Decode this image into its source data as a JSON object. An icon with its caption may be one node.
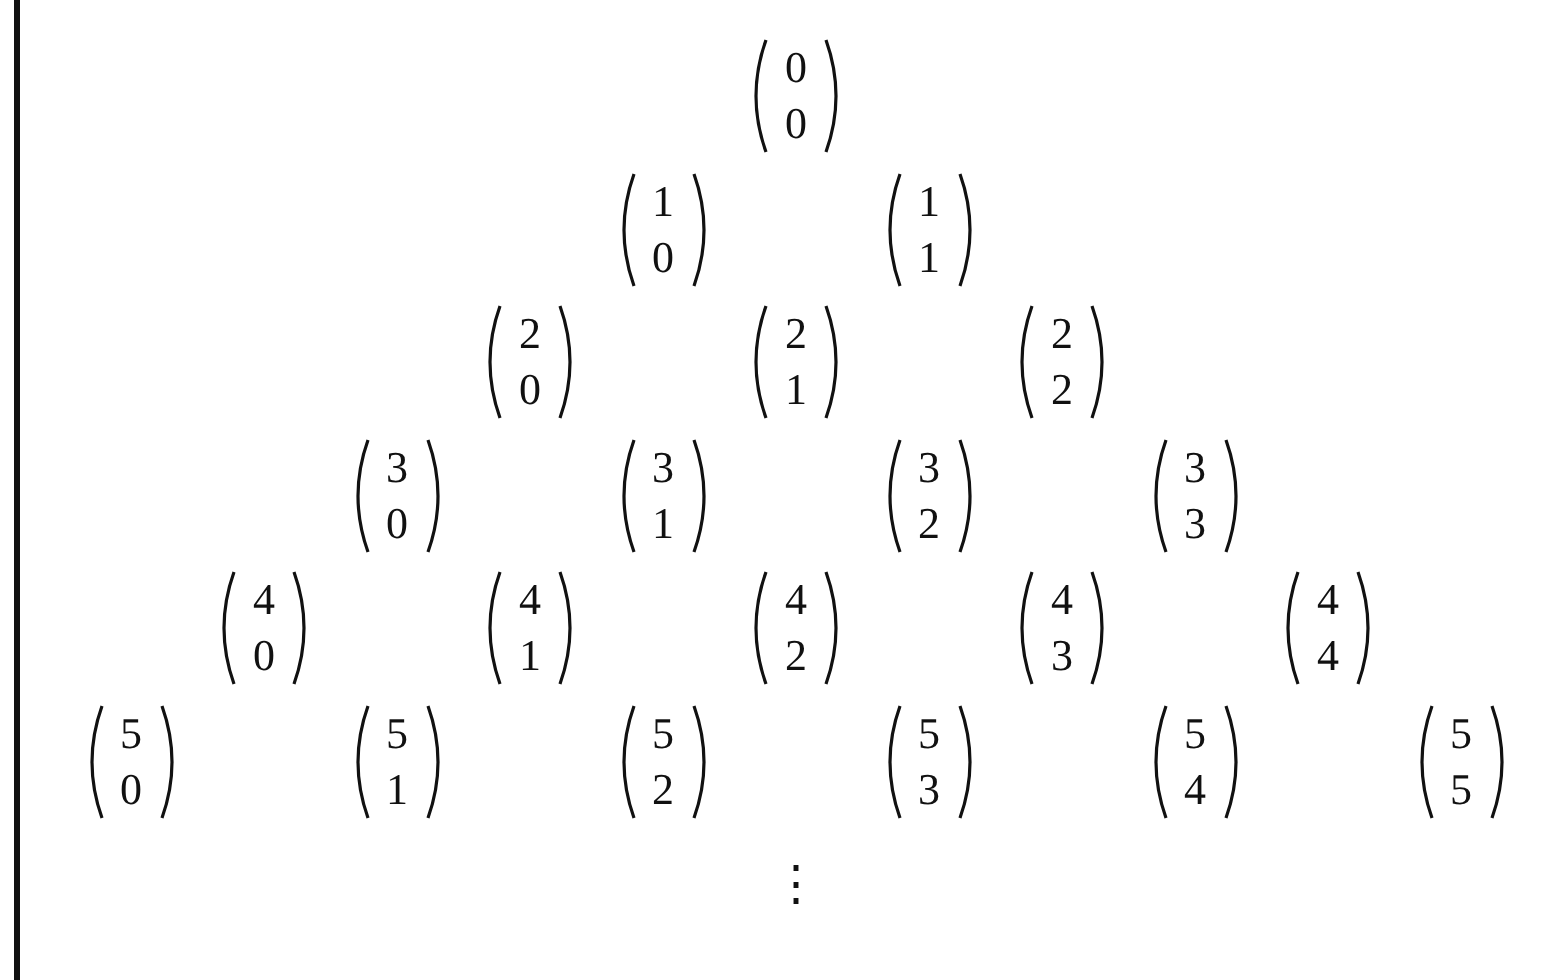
{
  "diagram": {
    "labels": [
      "0 0",
      "1 0",
      "1 1",
      "2 0",
      "2 1",
      "2 2",
      "3 0",
      "3 1",
      "3 2",
      "3 3",
      "4 0",
      "4 1",
      "4 2",
      "4 3",
      "4 4",
      "5 0",
      "5 1",
      "5 2",
      "5 3",
      "5 4",
      "5 5",
      "⋮"
    ]
  }
}
